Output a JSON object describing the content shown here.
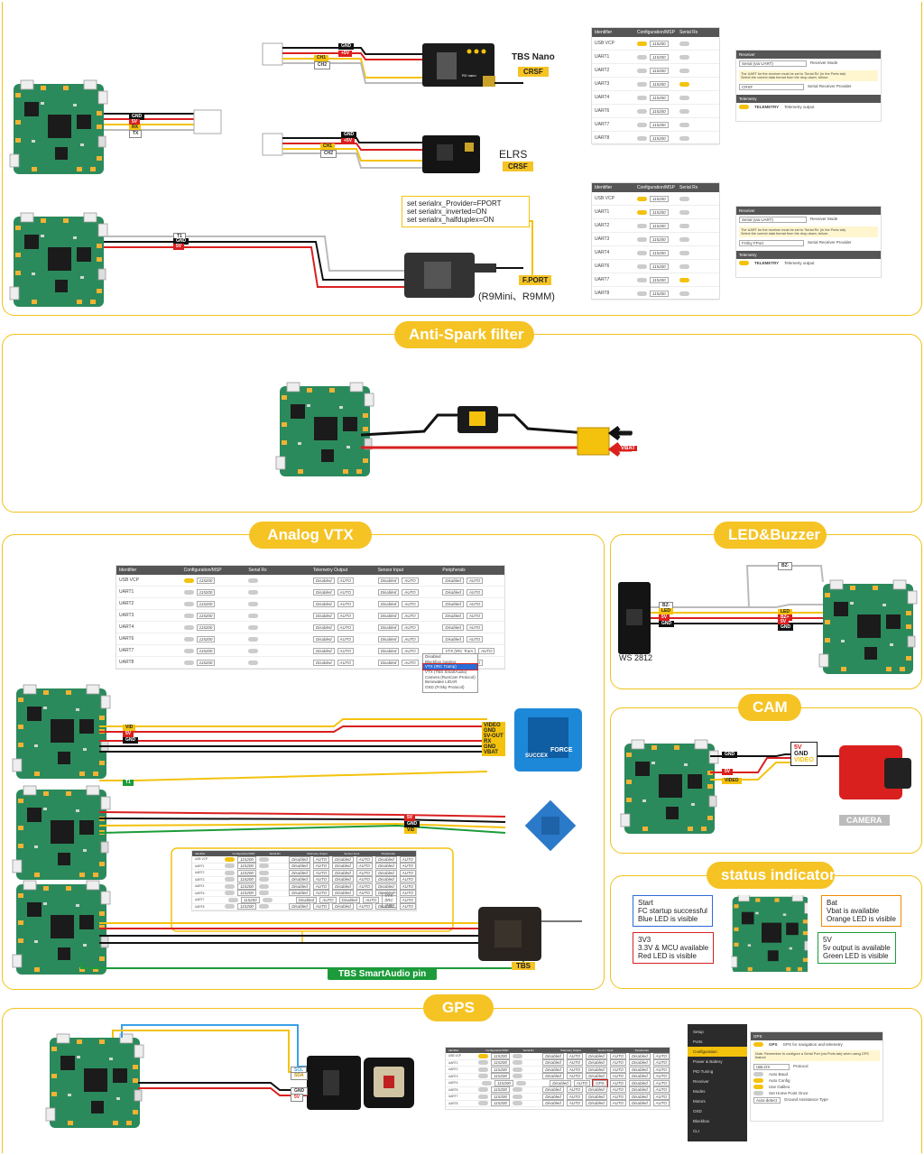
{
  "colors": {
    "accent": "#f5c324",
    "wire_red": "#d9201f",
    "wire_black": "#111111",
    "wire_yellow": "#f4c20d",
    "wire_white": "#bbbbbb",
    "board": "#2b8a5c"
  },
  "sections": {
    "anti_spark": "Anti-Spark filter",
    "analog_vtx": "Analog VTX",
    "led_buzzer": "LED&Buzzer",
    "cam": "CAM",
    "status": "status indicator",
    "gps": "GPS"
  },
  "rx": {
    "tbs_nano": "TBS Nano",
    "elrs": "ELRS",
    "crsf": "CRSF",
    "fport": "F.PORT",
    "r9_models": "(R9Mini、R9MM)",
    "cli": [
      "set serialrx_Provider=FPORT",
      "set serialrx_inverted=ON",
      "set serialrx_halfduplex=ON"
    ],
    "module_name": "RX nano"
  },
  "wires": {
    "gnd": "GND",
    "v5": "+5V",
    "v5b": "5V",
    "rx": "RX",
    "tx": "TX",
    "ch1": "CH1",
    "ch2": "CH2",
    "t1": "T1",
    "bz": "BZ-",
    "bzp": "BZ+",
    "led": "LED",
    "vbat": "VBAT",
    "video": "VIDEO",
    "sda": "SDA",
    "scl": "SCL",
    "vtx_rx": "RX",
    "vtx_5v": "5V-OUT",
    "vid": "VID",
    "vtx_gnd": "GND"
  },
  "ports": {
    "headers": [
      "Identifier",
      "Configuration/MSP",
      "Serial Rx"
    ],
    "rows": [
      "USB VCP",
      "UART1",
      "UART2",
      "UART3",
      "UART4",
      "UART6",
      "UART7",
      "UART8"
    ],
    "baud1": "115200",
    "baud2": "115200"
  },
  "receiver": {
    "title": "Receiver",
    "mode": "Serial (via UART)",
    "mode_label": "Receiver Mode",
    "note1": "The UART for the receiver must be set to 'Serial Rx' (in the Ports tab)",
    "note2": "Select the correct data format from the drop-down, below:",
    "provider_crsf": "CRSF",
    "provider_fport": "FrSky FPort",
    "provider_label": "Serial Receiver Provider",
    "telemetry_title": "Telemetry",
    "telemetry": "TELEMETRY",
    "telemetry_label": "Telemetry output"
  },
  "vtx_table": {
    "headers": [
      "Identifier",
      "Configuration/MSP",
      "Serial Rx",
      "Telemetry Output",
      "Sensor Input",
      "Peripherals"
    ],
    "disabled": "Disabled",
    "auto": "AUTO",
    "menu": [
      "Disabled",
      "Blackbox logging",
      "VTX (IRC Tramp)",
      "VTX (TBS SmartAudio)",
      "Camera (RunCam Protocol)",
      "Benewake LIDAR",
      "OSD (FrSky Protocol)"
    ],
    "selected": "VTX (IRC Tram"
  },
  "vtx_brands": {
    "force": "FORCE",
    "succex": "SUCCEX"
  },
  "tbs": {
    "label": "TBS",
    "pin": "TBS SmartAudio pin"
  },
  "led": {
    "ws": "WS 2812"
  },
  "cam": {
    "camera": "CAMERA"
  },
  "status": {
    "start": [
      "Start",
      "FC startup successful",
      "Blue LED is visible"
    ],
    "v33": [
      "3V3",
      "3.3V & MCU available",
      "Red LED is visible"
    ],
    "bat": [
      "Bat",
      "Vbat is available",
      "Orange LED is visible"
    ],
    "v5": [
      "5V",
      "5v output is available",
      "Green LED is visible"
    ]
  },
  "gps": {
    "gps_label": "GPS",
    "gps_desc": "GPS for navigation and telemetry",
    "note": "Note: Remember to configure a Serial Port (via Ports tab) when using GPS feature",
    "protocol": "UBLOX",
    "protocol_label": "Protocol",
    "opts": [
      "Auto Baud",
      "Auto Config",
      "Use Galileo",
      "Set Home Point Once"
    ],
    "ground": "Auto-detect",
    "ground_label": "Ground Assistance Type",
    "menu": [
      "Setup",
      "Ports",
      "Configuration",
      "Power & Battery",
      "PID Tuning",
      "Receiver",
      "Modes",
      "Motors",
      "OSD",
      "Blackbox",
      "CLI"
    ],
    "gps_select": "GPS"
  }
}
